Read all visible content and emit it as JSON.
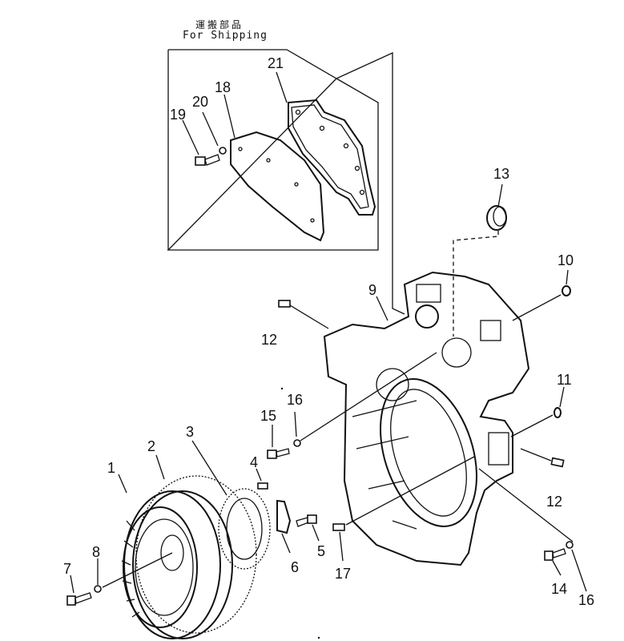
{
  "header": {
    "title_jp": "運搬部品",
    "title_en": "For Shipping"
  },
  "callouts": [
    "1",
    "2",
    "3",
    "4",
    "5",
    "6",
    "7",
    "8",
    "9",
    "10",
    "11",
    "12",
    "12",
    "13",
    "14",
    "15",
    "16",
    "16",
    "17",
    "18",
    "19",
    "20",
    "21"
  ]
}
